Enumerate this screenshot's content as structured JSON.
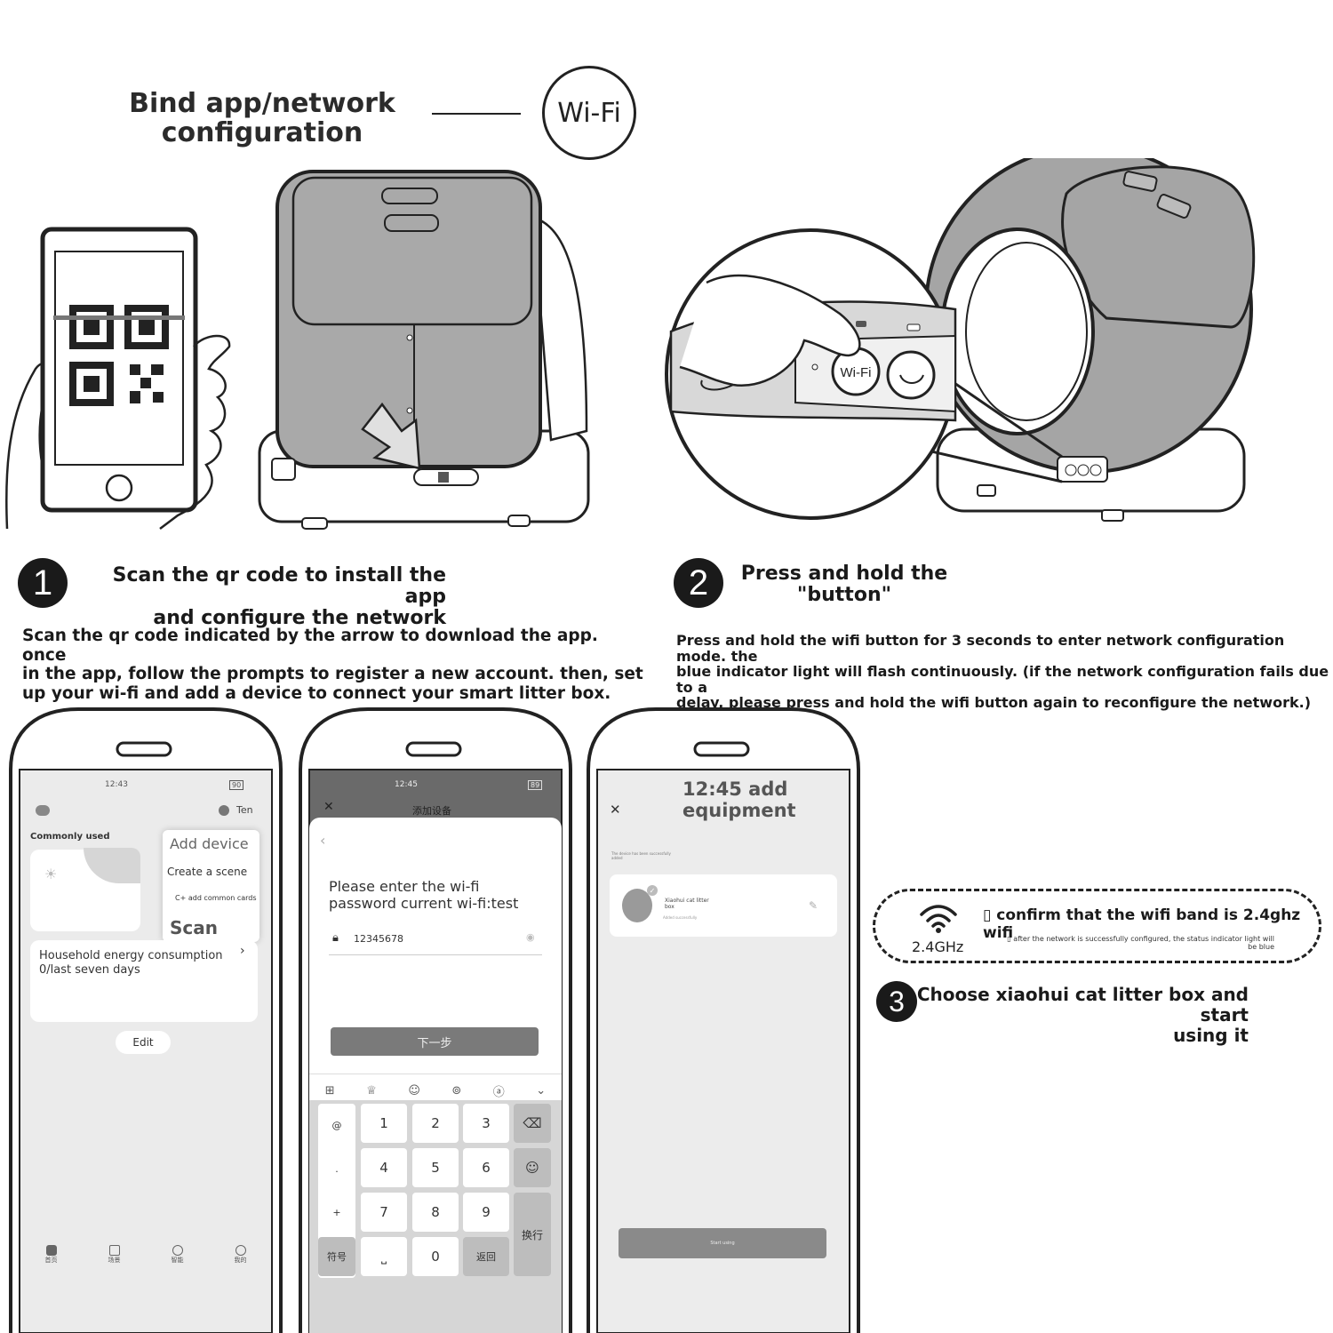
{
  "header": {
    "title": "Bind app/network configuration",
    "badge": "Wi-Fi"
  },
  "illustrations": {
    "button_label": "Wi-Fi"
  },
  "step1": {
    "number": "1",
    "title_line1": "Scan the qr code to install the app",
    "title_line2": "and configure the network",
    "desc_line1": "Scan the qr code indicated by the arrow to download the app. once",
    "desc_line2": "in the app, follow the prompts to register a new account. then, set",
    "desc_line3": "up your wi-fi and add a device to connect your smart litter box."
  },
  "step2": {
    "number": "2",
    "title_line1": "Press and hold the",
    "title_line2": "\"button\"",
    "desc_line1": "Press and hold the wifi button for 3 seconds to enter network configuration mode. the",
    "desc_line2": "blue indicator light will flash continuously. (if the network configuration fails due to a",
    "desc_line3": "delay, please press and hold the wifi button again to reconfigure the network.)"
  },
  "step3": {
    "number": "3",
    "title_line1": "Choose xiaohui cat litter box and start",
    "title_line2": "using it"
  },
  "note": {
    "band_label": "2.4GHz",
    "confirm": "▯ confirm that the wifi band is 2.4ghz wifi",
    "after": "▯ after the network is successfully configured, the status indicator light will",
    "after2": "be blue"
  },
  "phone1": {
    "time": "12:43",
    "battery": "90",
    "user": "Ten",
    "commonly_used": "Commonly used",
    "menu": {
      "add_device": "Add device",
      "create_scene": "Create a scene",
      "add_cards": "C+ add common cards",
      "scan": "Scan"
    },
    "energy_title": "Household energy consumption",
    "energy_value": "0/last seven days",
    "edit": "Edit",
    "nav": [
      "首页",
      "场景",
      "智能",
      "我的"
    ]
  },
  "phone2": {
    "time": "12:45",
    "battery": "89",
    "header_title": "添加设备",
    "prompt_line1": "Please enter the wi-fi",
    "prompt_line2": "password current wi-fi:test",
    "password": "12345678",
    "next": "下一步",
    "keys": [
      "1",
      "2",
      "3",
      "4",
      "5",
      "6",
      "7",
      "8",
      "9",
      "0"
    ],
    "side_keys": [
      "@",
      ".",
      "+",
      "-"
    ],
    "symbols": "符号",
    "back": "返回",
    "newline": "换行"
  },
  "phone3": {
    "title_line1": "12:45 add",
    "title_line2": "equipment",
    "found_hint": "The device has been successfully added",
    "device_name": "Xiaohui cat litter box",
    "device_sub": "Added successfully",
    "bottom_button": "Start using"
  }
}
